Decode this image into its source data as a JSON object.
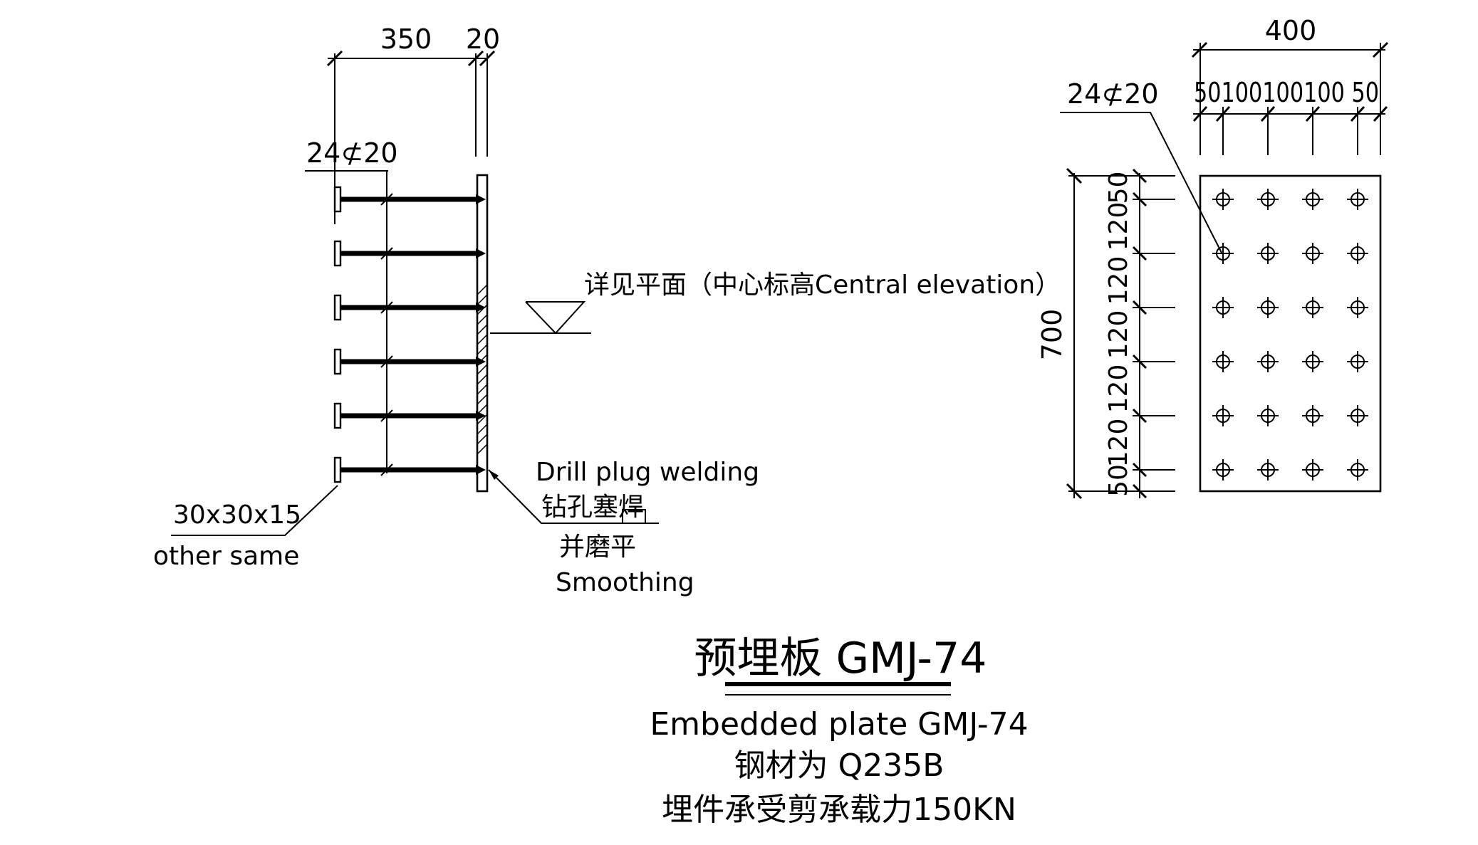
{
  "elevation": {
    "dim_top_main": "350",
    "dim_top_plate": "20",
    "bar_callout": "24⊄20",
    "anchor_count": 6,
    "end_plate_note": "30x30x15",
    "end_plate_note_en": "other same",
    "level_note": "详见平面（中心标高Central elevation）",
    "weld_note_en": "Drill plug welding",
    "weld_note_cn": "钻孔塞焊",
    "smooth_note_cn": "并磨平",
    "smooth_note_en": "Smoothing"
  },
  "plan": {
    "dim_width": "400",
    "dim_width_parts": "50100100100 50",
    "dim_height": "700",
    "bar_callout": "24⊄20",
    "rows": 6,
    "cols": 4,
    "dims_vertical": [
      "50",
      "120",
      "120",
      "120",
      "120",
      "120",
      "50"
    ]
  },
  "title": {
    "main": "预埋板 GMJ-74",
    "en": "Embedded plate GMJ-74",
    "steel": "钢材为 Q235B",
    "capacity": "埋件承受剪承载力150KN"
  }
}
